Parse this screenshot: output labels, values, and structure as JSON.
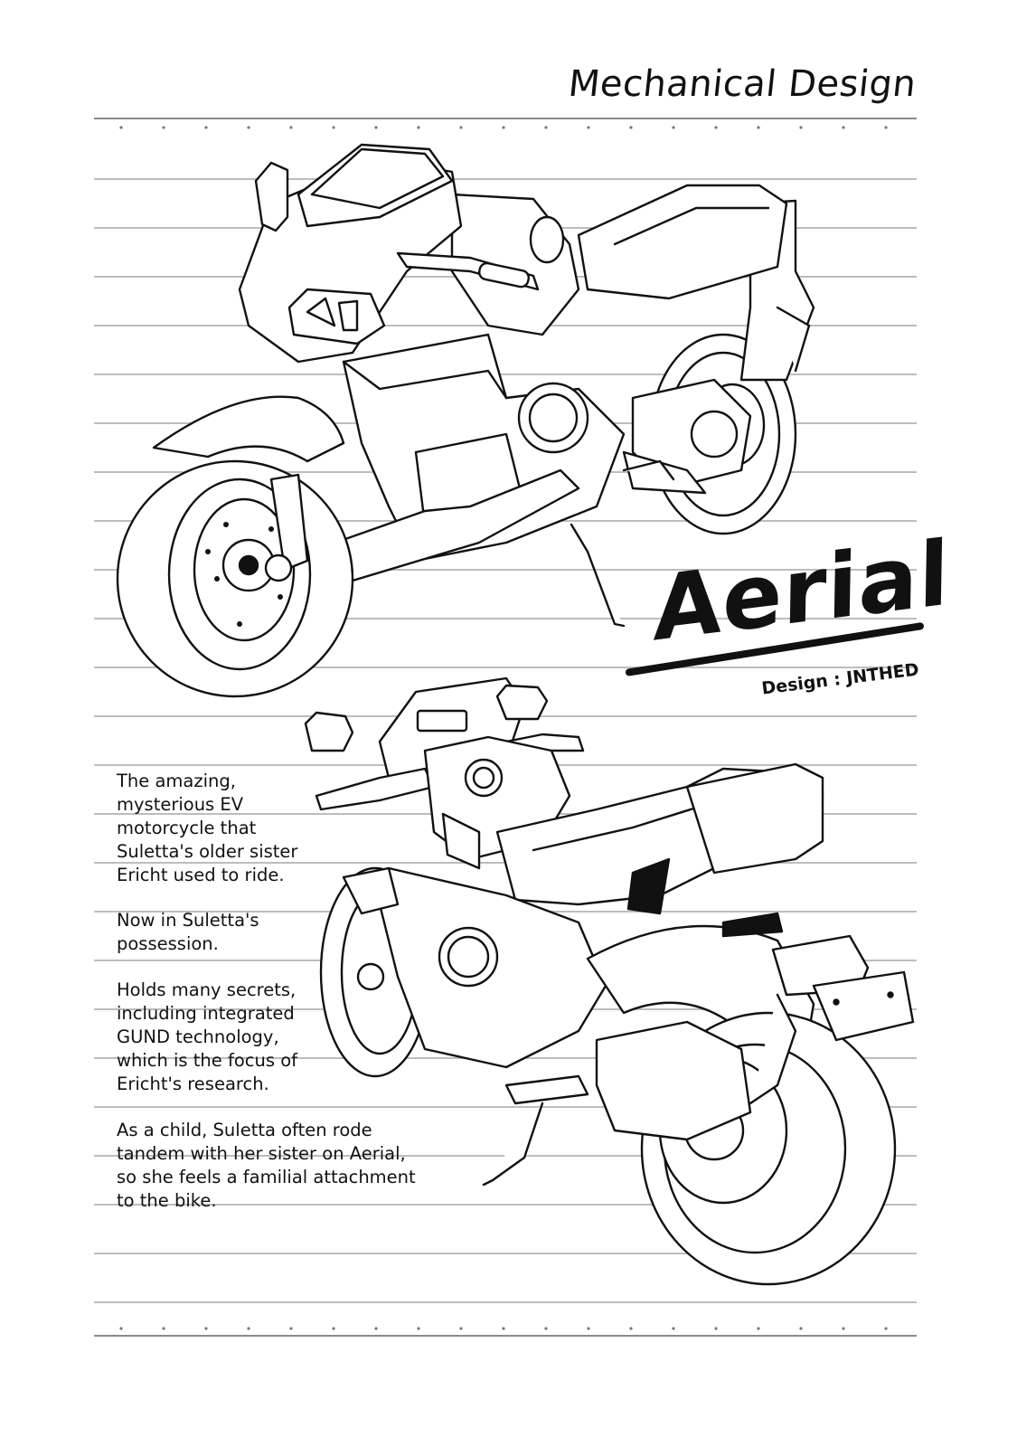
{
  "header": {
    "title": "Mechanical Design"
  },
  "feature": {
    "name": "Aerial",
    "designer_credit": "Design : JNTHED"
  },
  "description": [
    "The amazing,\nmysterious EV\nmotorcycle that\nSuletta's older sister\nEricht used to ride.",
    "Now in Suletta's\npossession.",
    "Holds many secrets,\nincluding integrated\nGUND technology,\nwhich is the focus of\nEricht's research.",
    "As a child, Suletta often rode\ntandem with her sister on Aerial,\nso she feels a familial attachment\nto the bike."
  ]
}
